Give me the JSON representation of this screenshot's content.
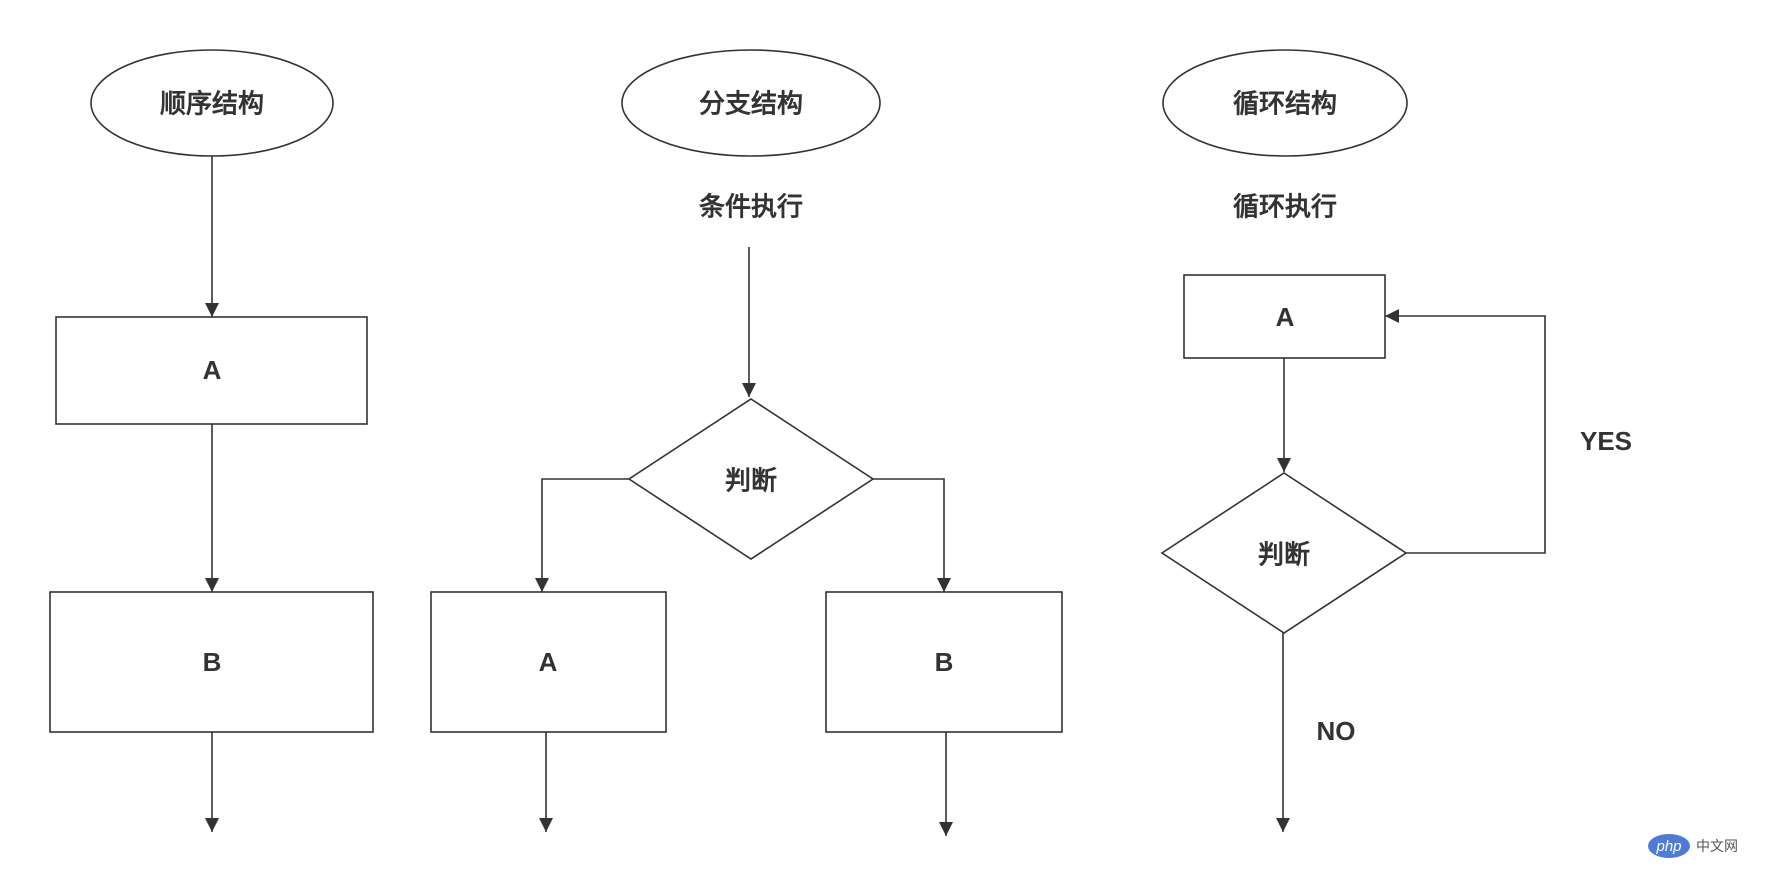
{
  "colors": {
    "stroke": "#333333",
    "text": "#333333",
    "background": "#ffffff",
    "watermark": "#4f7bd6"
  },
  "sequence": {
    "title": "顺序结构",
    "box_a": "A",
    "box_b": "B"
  },
  "branch": {
    "title": "分支结构",
    "caption": "条件执行",
    "decision": "判断",
    "box_a": "A",
    "box_b": "B"
  },
  "loop": {
    "title": "循环结构",
    "caption": "循环执行",
    "box_a": "A",
    "decision": "判断",
    "yes_label": "YES",
    "no_label": "NO"
  },
  "watermark": {
    "logo_text": "php",
    "site_text": "中文网"
  }
}
